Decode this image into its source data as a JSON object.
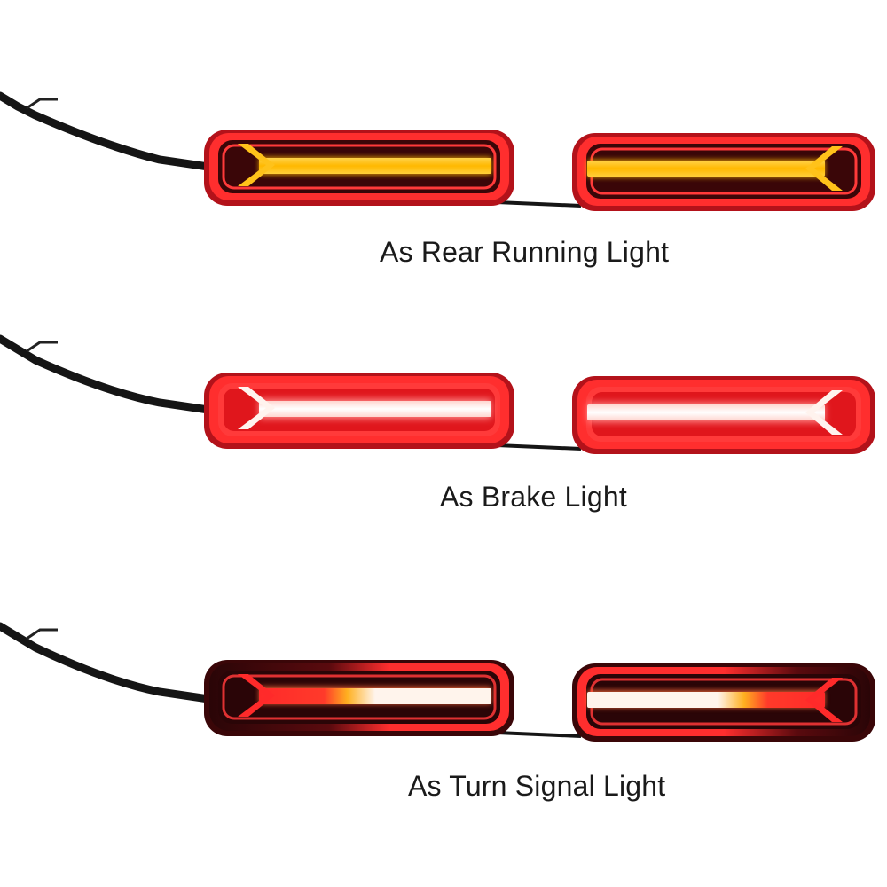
{
  "scenes": [
    {
      "caption": "As Rear Running Light",
      "mode": "running",
      "bar_color": "#ffc21a"
    },
    {
      "caption": "As Brake Light",
      "mode": "brake",
      "bar_color": "#fff3ee"
    },
    {
      "caption": "As Turn Signal Light",
      "mode": "turn",
      "bar_color": "#ff2a2a"
    }
  ],
  "colors": {
    "housing_outer": "#c4141a",
    "housing_rim": "#ff3030",
    "lens_inner": "#3a0608",
    "wire": "#151515",
    "background": "#ffffff"
  }
}
